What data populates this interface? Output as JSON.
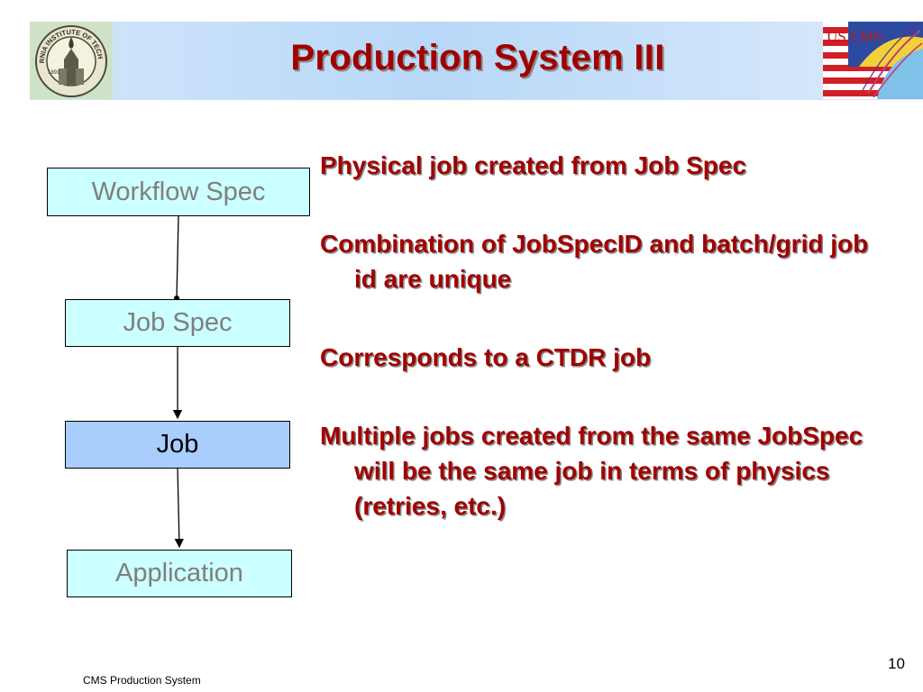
{
  "slide": {
    "title": "Production System III",
    "page_number": "10",
    "footer": "CMS Production System"
  },
  "header": {
    "left_logo": "california-institute-of-technology-seal",
    "left_logo_text": "CALIFORNIA INSTITUTE OF TECHNOLOGY",
    "left_logo_year": "1891",
    "right_logo": "us-cms-flag-logo",
    "right_logo_text": "US CMS"
  },
  "flow": {
    "boxes": [
      {
        "label": "Workflow Spec"
      },
      {
        "label": "Job Spec"
      },
      {
        "label": "Job"
      },
      {
        "label": "Application"
      }
    ]
  },
  "bullets": [
    "Physical job created from Job Spec",
    "Combination of JobSpecID and batch/grid job id are unique",
    "Corresponds to a CTDR job",
    "Multiple jobs created from the same JobSpec will be the same job in terms of physics (retries, etc.)"
  ],
  "colors": {
    "title": "#a00000",
    "box_fill": "#ccffff",
    "job_box_fill": "#a9cdfd",
    "header_band": "#b8d8f8"
  }
}
